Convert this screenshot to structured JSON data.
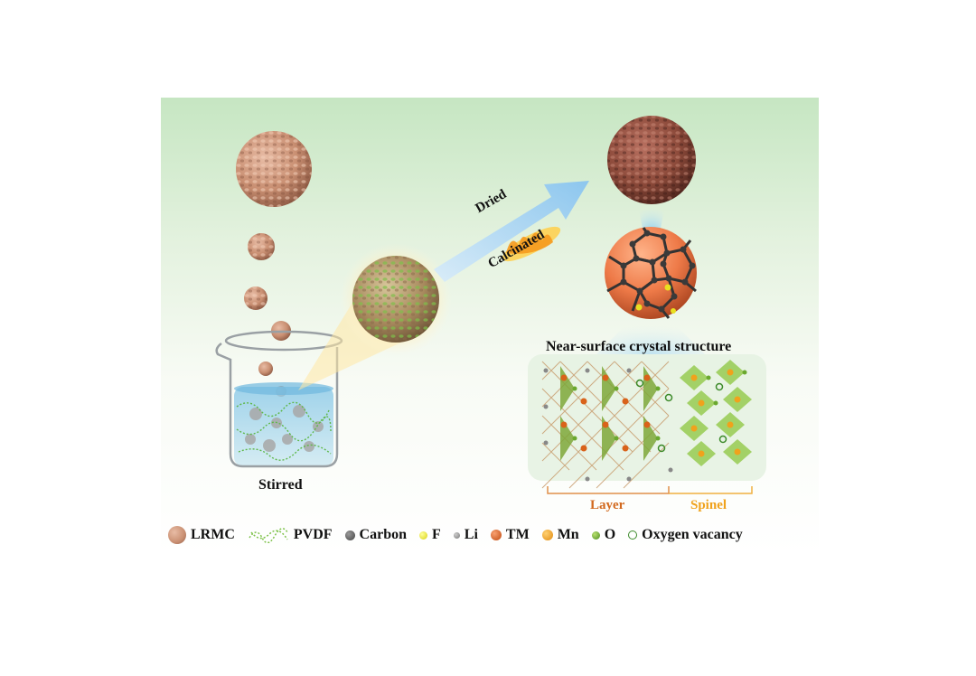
{
  "labels": {
    "stirred": "Stirred",
    "dried": "Dried",
    "calcinated": "Calcinated",
    "crystal_title": "Near-surface crystal structure",
    "layer": "Layer",
    "spinel": "Spinel"
  },
  "legend": [
    {
      "key": "lrmc",
      "label": "LRMC",
      "color": "#c98f72"
    },
    {
      "key": "pvdf",
      "label": "PVDF",
      "color": "#7ec24a"
    },
    {
      "key": "carbon",
      "label": "Carbon",
      "color": "#555555"
    },
    {
      "key": "f",
      "label": "F",
      "color": "#e8e020"
    },
    {
      "key": "li",
      "label": "Li",
      "color": "#888888"
    },
    {
      "key": "tm",
      "label": "TM",
      "color": "#d9621a"
    },
    {
      "key": "mn",
      "label": "Mn",
      "color": "#f0a21c"
    },
    {
      "key": "o",
      "label": "O",
      "color": "#6aa82e"
    },
    {
      "key": "vacancy",
      "label": "Oxygen vacancy",
      "color": "#3c8a2a"
    }
  ],
  "colors": {
    "particle": "#c98f72",
    "calcined_particle": "#8c4a3a",
    "arrow": "#a9d4f2",
    "layer_bracket": "#e0904a",
    "spinel_bracket": "#f0b040"
  }
}
